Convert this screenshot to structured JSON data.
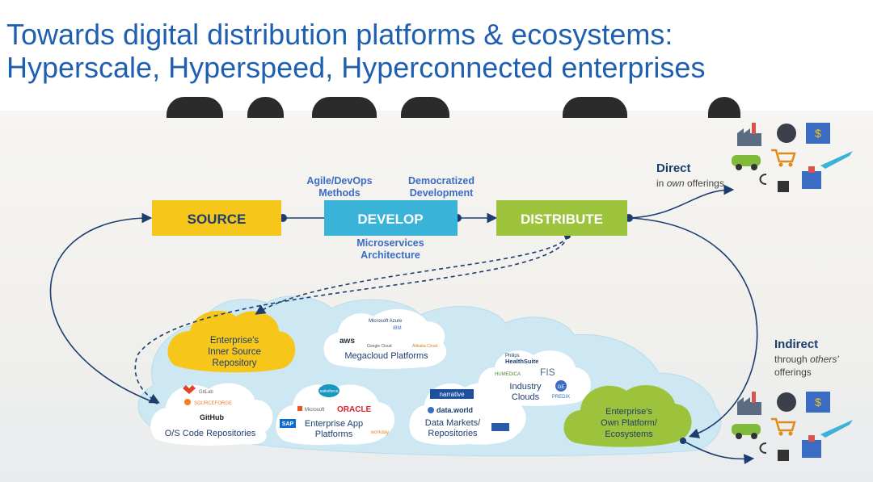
{
  "title": {
    "line1": "Towards digital distribution platforms & ecosystems:",
    "line2": "Hyperscale, Hyperspeed, Hyperconnected enterprises"
  },
  "colors": {
    "title": "#1f5fb0",
    "source": "#f6c61a",
    "develop": "#3ab3d8",
    "distribute": "#9cc33b",
    "node_text": "#1d3d6e",
    "cloud_main": "#cde8f3",
    "cloud_white": "#ffffff",
    "cloud_green": "#9cc33b",
    "connector": "#1d3d6e"
  },
  "stages": {
    "source": "SOURCE",
    "develop": "DEVELOP",
    "distribute": "DISTRIBUTE"
  },
  "annotations": {
    "agile_1": "Agile/DevOps",
    "agile_2": "Methods",
    "democratized_1": "Democratized",
    "democratized_2": "Development",
    "micro_1": "Microservices",
    "micro_2": "Architecture"
  },
  "channels": {
    "direct_title": "Direct",
    "direct_sub_1": "in ",
    "direct_sub_em": "own",
    "direct_sub_2": " offerings",
    "indirect_title": "Indirect",
    "indirect_sub_1": "through ",
    "indirect_sub_em": "others'",
    "indirect_sub_2": "offerings"
  },
  "clouds": {
    "inner_source": [
      "Enterprise's",
      "Inner Source",
      "Repository"
    ],
    "megacloud": "Megacloud Platforms",
    "os_code": "O/S Code Repositories",
    "enterprise_app": [
      "Enterprise App",
      "Platforms"
    ],
    "data_markets": [
      "Data Markets/",
      "Repositories"
    ],
    "industry": [
      "Industry",
      "Clouds"
    ],
    "own_platform": [
      "Enterprise's",
      "Own Platform/",
      "Ecosystems"
    ]
  },
  "logos": {
    "microsoft_azure": "Microsoft Azure",
    "ibm": "IBM",
    "aws": "aws",
    "google_cloud": "Google Cloud",
    "alibaba_cloud": "Alibaba Cloud",
    "gitlab": "GitLab",
    "sourceforge": "SOURCEFORGE",
    "github": "GitHub",
    "salesforce": "salesforce",
    "microsoft": "Microsoft",
    "oracle": "ORACLE",
    "sap": "SAP",
    "workday": "workday",
    "narrative": "narrative",
    "data_world": "data.world",
    "philips_1": "Philips",
    "philips_2": "HealthSuite",
    "humedica": "HUMEDICA",
    "fis": "FIS",
    "ge": "GE",
    "predix": "PREDIX"
  },
  "icons": [
    "factory-icon",
    "tire-icon",
    "bank-icon",
    "car-icon",
    "shopping-cart-icon",
    "airplane-icon",
    "plug-icon",
    "hospital-icon"
  ]
}
